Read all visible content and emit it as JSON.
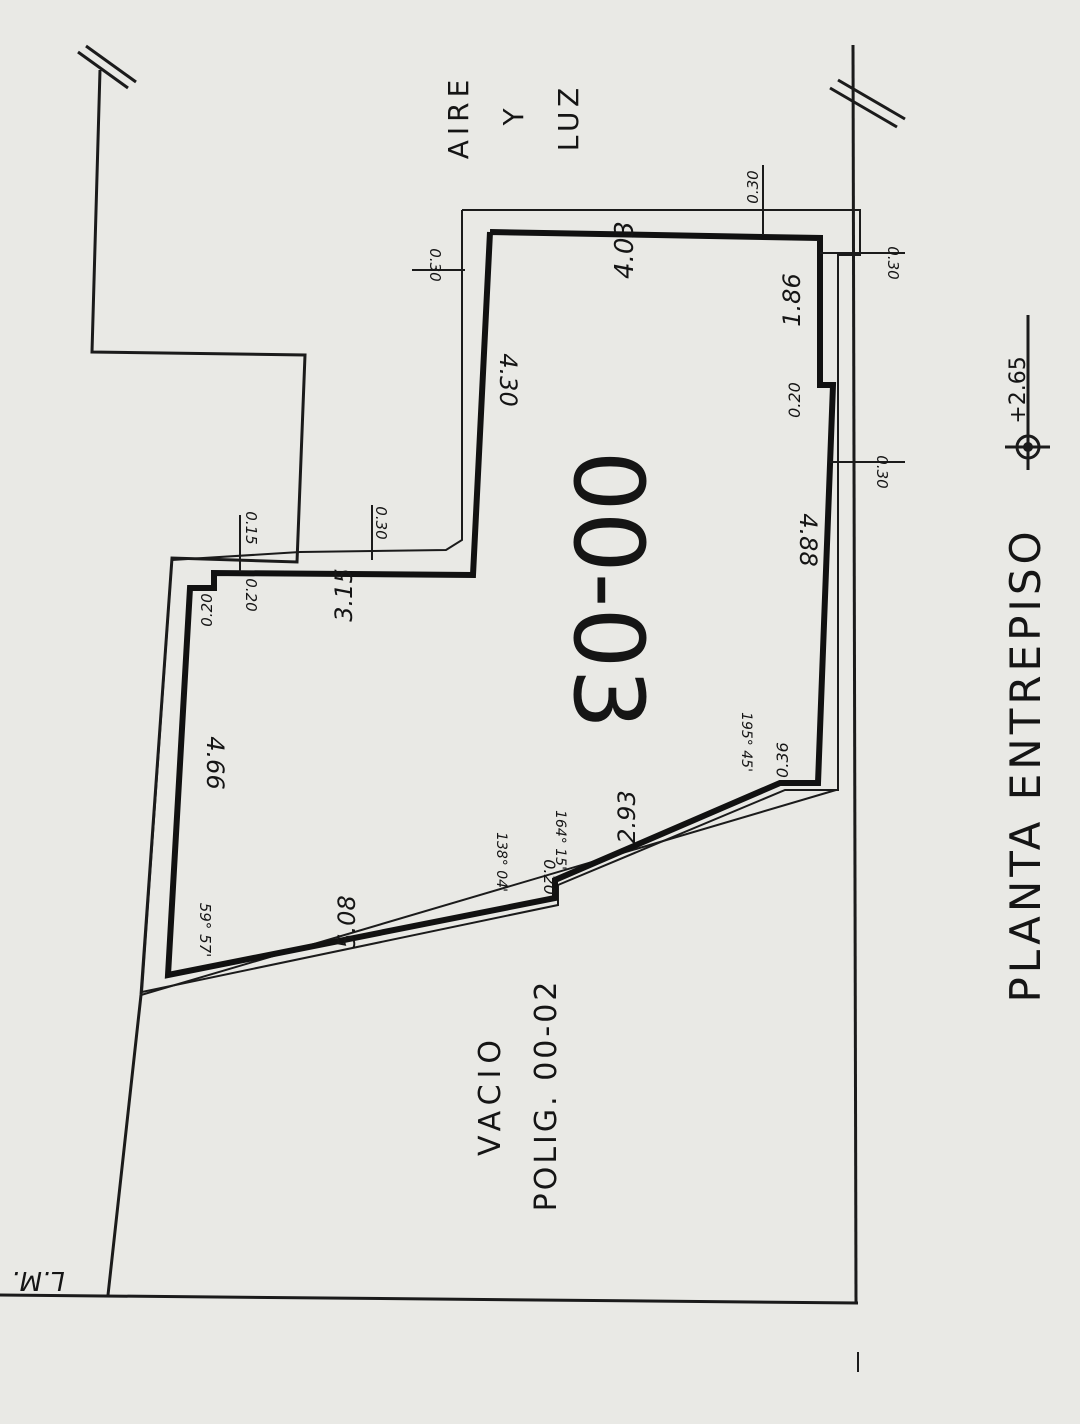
{
  "plan": {
    "unit_id": "00-03",
    "title": "PLANTA  ENTREPISO",
    "level": "+2.65",
    "zone_top_1": "AIRE",
    "zone_top_2": "Y",
    "zone_top_3": "LUZ",
    "void_1": "VACIO",
    "void_2": "POLIG.  00-02",
    "line_mark": "L.M."
  },
  "dims": {
    "d403": "4.03",
    "d186": "1.86",
    "d030_top": "0.30",
    "d030_left": "0.30",
    "d030_right_top": "0.30",
    "d020_step": "0.20",
    "d030_right_mid": "0.30",
    "d430": "4.30",
    "d488": "4.88",
    "d030_mid": "0.30",
    "d015": "0.15",
    "d315": "3.15",
    "d020_a": "0.20",
    "d020_b": "0.20",
    "d466": "4.66",
    "d036": "0.36",
    "d293": "2.93",
    "d020_c": "0.20",
    "d508": "5.08",
    "a1": "59° 57'",
    "a2": "138° 04'",
    "a3": "164° 15'",
    "a4": "195° 45'"
  },
  "colors": {
    "ink": "#151515",
    "paper": "#e9e9e5"
  }
}
